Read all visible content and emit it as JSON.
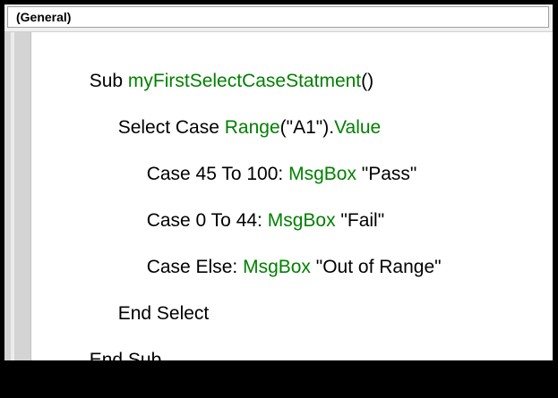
{
  "header": {
    "object_dropdown": "(General)"
  },
  "code": {
    "l1": {
      "kw1": "Sub ",
      "name": "myFirstSelectCaseStatment",
      "tail": "()"
    },
    "l2": {
      "kw1": "Select Case ",
      "obj": "Range",
      "arg": "(\"A1\").",
      "prop": "Value"
    },
    "l3": {
      "kw1": "Case 45 To 100: ",
      "fn": "MsgBox",
      "str": " \"Pass\""
    },
    "l4": {
      "kw1": "Case 0 To 44: ",
      "fn": "MsgBox",
      "str": " \"Fail\""
    },
    "l5": {
      "kw1": "Case Else: ",
      "fn": "MsgBox",
      "str": " \"Out of Range\""
    },
    "l6": {
      "kw1": "End Select"
    },
    "l7": {
      "kw1": "End Sub"
    }
  },
  "colors": {
    "keyword": "#000000",
    "identifier": "#008000"
  }
}
